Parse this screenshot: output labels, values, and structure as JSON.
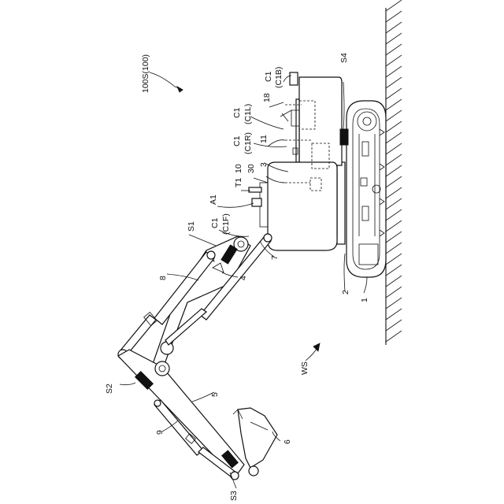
{
  "diagram": {
    "labels": {
      "system": "100S(100)",
      "c1b_a": "C1",
      "c1b_b": "(C1B)",
      "c1l_a": "C1",
      "c1l_b": "(C1L)",
      "c1r_a": "C1",
      "c1r_b": "(C1R)",
      "c1f_a": "C1",
      "c1f_b": "(C1F)",
      "n18": "18",
      "n11": "11",
      "n3": "3",
      "n30": "30",
      "n10": "10",
      "t1": "T1",
      "a1": "A1",
      "s1": "S1",
      "s2": "S2",
      "s3": "S3",
      "s4": "S4",
      "n8": "8",
      "n4": "4",
      "n7": "7",
      "n5": "5",
      "n6": "6",
      "n9": "9",
      "n2": "2",
      "n1": "1",
      "ws": "WS"
    }
  }
}
